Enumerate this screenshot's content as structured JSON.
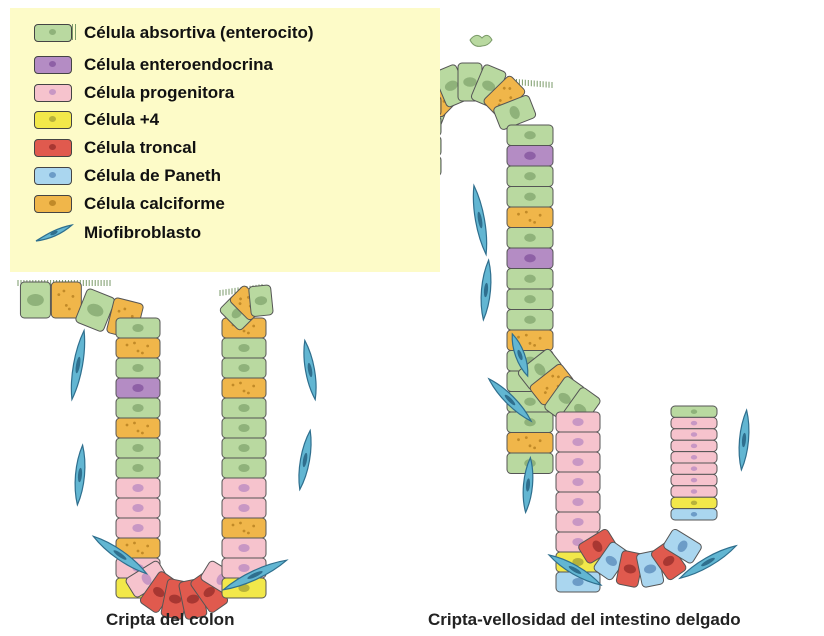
{
  "legend": {
    "items": [
      {
        "label": "Célula absortiva (enterocito)",
        "type": "enterocyte"
      },
      {
        "label": "Célula enteroendocrina",
        "type": "enteroendocrine"
      },
      {
        "label": "Célula progenitora",
        "type": "progenitor"
      },
      {
        "label": "Célula +4",
        "type": "plus4"
      },
      {
        "label": "Célula troncal",
        "type": "stem"
      },
      {
        "label": "Célula de Paneth",
        "type": "paneth"
      },
      {
        "label": "Célula calciforme",
        "type": "goblet"
      },
      {
        "label": "Miofibroblasto",
        "type": "myofibroblast"
      }
    ]
  },
  "captions": {
    "colon": "Cripta del colon",
    "intestine": "Cripta-vellosidad del intestino delgado"
  },
  "colors": {
    "enterocyte": {
      "fill": "#b9d9a0",
      "nucleus": "#8fb27a"
    },
    "enteroendocrine": {
      "fill": "#b48cc4",
      "nucleus": "#8e60a6"
    },
    "progenitor": {
      "fill": "#f6c3cd",
      "nucleus": "#c897c4"
    },
    "plus4": {
      "fill": "#f2e84a",
      "nucleus": "#b7b23a"
    },
    "stem": {
      "fill": "#e05a4e",
      "nucleus": "#a83732"
    },
    "paneth": {
      "fill": "#aad6ef",
      "nucleus": "#6c9cc7"
    },
    "goblet": {
      "fill": "#f0b64a",
      "nucleus": "#c18a28"
    },
    "myofibroblast": {
      "fill": "#62b6d2",
      "nucleus": "#2f6f8e"
    },
    "outline": "#555555",
    "legend_bg": "#fdfbc8"
  },
  "colon_crypt": {
    "left_top_row": [
      "enterocyte",
      "goblet",
      "enterocyte",
      "goblet"
    ],
    "left_column": [
      "enterocyte",
      "goblet",
      "enterocyte",
      "enteroendocrine",
      "enterocyte",
      "goblet",
      "enterocyte",
      "enterocyte",
      "progenitor",
      "progenitor",
      "progenitor",
      "goblet",
      "progenitor",
      "plus4"
    ],
    "bottom": [
      "progenitor",
      "stem",
      "stem",
      "stem",
      "stem",
      "progenitor"
    ],
    "right_column": [
      "plus4",
      "progenitor",
      "progenitor",
      "goblet",
      "progenitor",
      "progenitor",
      "enterocyte",
      "enterocyte",
      "enterocyte",
      "enterocyte",
      "goblet",
      "enterocyte",
      "enterocyte",
      "goblet"
    ],
    "right_top_row": [
      "enterocyte",
      "goblet",
      "enterocyte"
    ]
  },
  "intestine_crypt": {
    "villus_tip": [
      "enterocyte",
      "goblet",
      "enterocyte",
      "enterocyte",
      "enterocyte",
      "goblet",
      "enterocyte"
    ],
    "villus_left": [
      "goblet",
      "enterocyte",
      "enterocyte",
      "enterocyte"
    ],
    "villus_column": [
      "enterocyte",
      "enteroendocrine",
      "enterocyte",
      "enterocyte",
      "goblet",
      "enterocyte",
      "enteroendocrine",
      "enterocyte",
      "enterocyte",
      "enterocyte",
      "goblet",
      "enterocyte",
      "enterocyte",
      "enterocyte",
      "enterocyte",
      "goblet",
      "enterocyte"
    ],
    "slope": [
      "enterocyte",
      "goblet",
      "enterocyte",
      "enterocyte"
    ],
    "crypt_left": [
      "progenitor",
      "progenitor",
      "progenitor",
      "progenitor",
      "progenitor",
      "progenitor",
      "progenitor",
      "plus4",
      "paneth"
    ],
    "bottom": [
      "stem",
      "paneth",
      "stem",
      "paneth",
      "stem",
      "paneth"
    ],
    "crypt_right": [
      "enterocyte",
      "progenitor",
      "progenitor",
      "progenitor",
      "progenitor",
      "progenitor",
      "progenitor",
      "progenitor",
      "plus4",
      "paneth"
    ]
  }
}
